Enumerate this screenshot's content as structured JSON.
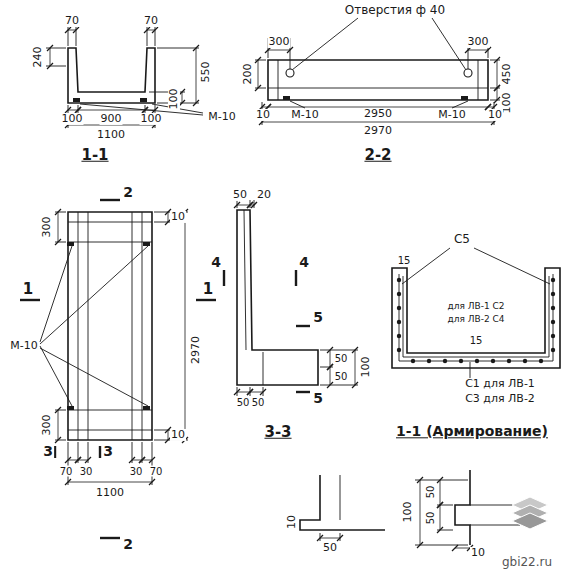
{
  "diagram": {
    "labels": [
      "70",
      "70",
      "240",
      "550",
      "100",
      "100",
      "900",
      "100",
      "1100",
      "M-10",
      "1-1",
      "Отверстия ф 40",
      "300",
      "300",
      "200",
      "450",
      "100",
      "10",
      "M-10",
      "2950",
      "M-10",
      "10",
      "2970",
      "2-2",
      "2",
      "300",
      "10",
      "1",
      "1",
      "M-10",
      "2970",
      "300",
      "10",
      "3",
      "3",
      "70",
      "30",
      "30",
      "70",
      "1100",
      "2",
      "50",
      "20",
      "4",
      "4",
      "5",
      "50",
      "50",
      "100",
      "5",
      "50",
      "50",
      "3-3",
      "С5",
      "15",
      "для ЛВ-1 С2",
      "для ЛВ-2 С4",
      "15",
      "С1 для ЛВ-1",
      "С3 для ЛВ-2",
      "1-1 (Армирование)",
      "10",
      "50",
      "100",
      "50",
      "50",
      "10",
      "gbi22.ru"
    ]
  }
}
